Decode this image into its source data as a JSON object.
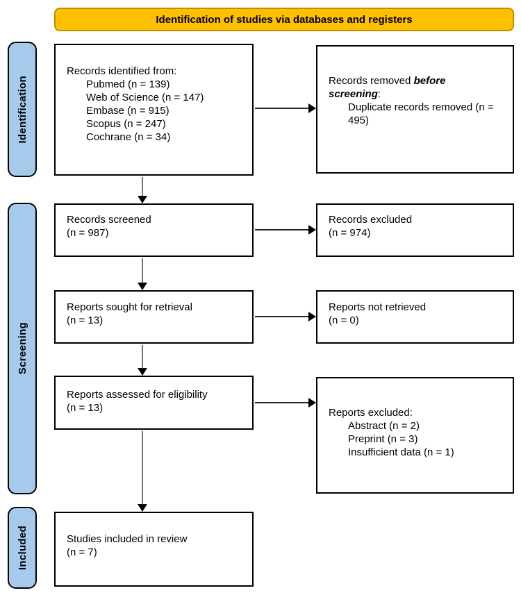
{
  "header": {
    "title": "Identification of studies via databases and registers"
  },
  "sidebar": {
    "identification_label": "Identification",
    "screening_label": "Screening",
    "included_label": "Included"
  },
  "boxes": {
    "records_identified": {
      "title": "Records identified from:",
      "items": [
        "Pubmed (n = 139)",
        "Web of Science (n = 147)",
        "Embase (n = 915)",
        "Scopus (n = 247)",
        "Cochrane (n = 34)"
      ]
    },
    "records_removed": {
      "prefix": "Records removed ",
      "emphasis": "before screening",
      "suffix": ":",
      "items": [
        "Duplicate records removed (n = 495)"
      ]
    },
    "records_screened": {
      "line1": "Records screened",
      "line2": "(n = 987)"
    },
    "records_excluded": {
      "line1": "Records excluded",
      "line2": "(n = 974)"
    },
    "reports_sought": {
      "line1": "Reports sought for retrieval",
      "line2": "(n = 13)"
    },
    "reports_not_retrieved": {
      "line1": "Reports not retrieved",
      "line2": "(n = 0)"
    },
    "reports_assessed": {
      "line1": "Reports assessed for eligibility",
      "line2": "(n = 13)"
    },
    "reports_excluded": {
      "title": "Reports excluded:",
      "items": [
        "Abstract (n = 2)",
        "Preprint (n = 3)",
        "Insufficient data (n = 1)"
      ]
    },
    "studies_included": {
      "line1": "Studies included in review",
      "line2": "(n = 7)"
    }
  },
  "colors": {
    "header_fill": "#FFC000",
    "header_border": "#BF8F00",
    "sidebar_fill": "#A6CAEC"
  }
}
